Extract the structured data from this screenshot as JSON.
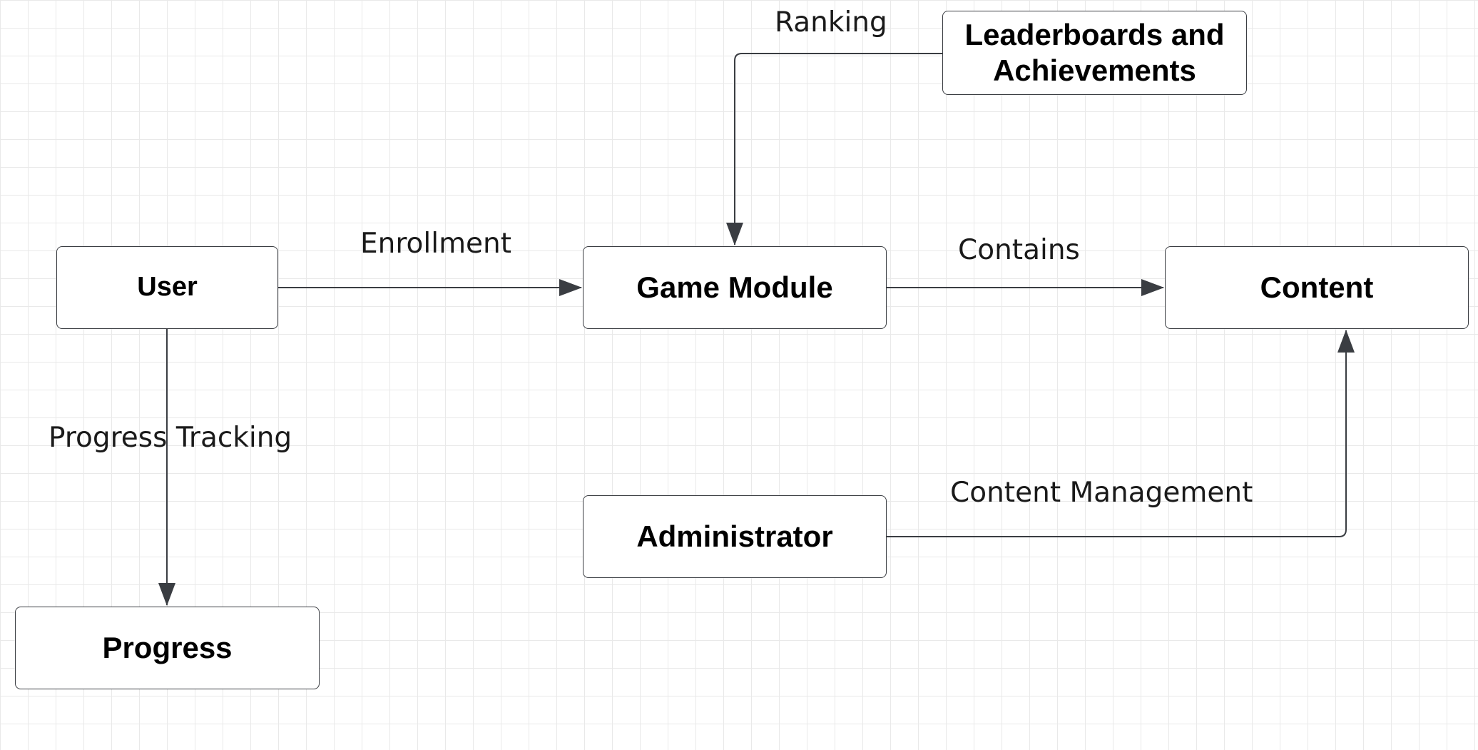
{
  "diagram": {
    "nodes": {
      "user": "User",
      "game_module": "Game Module",
      "content": "Content",
      "leaderboards": "Leaderboards and Achievements",
      "administrator": "Administrator",
      "progress": "Progress"
    },
    "edges": {
      "enrollment": "Enrollment",
      "contains": "Contains",
      "ranking": "Ranking",
      "progress_tracking": "Progress Tracking",
      "content_management": "Content Management"
    }
  },
  "colors": {
    "stroke": "#3a3d42",
    "grid": "#e9e9e9",
    "node_fill": "#ffffff"
  }
}
